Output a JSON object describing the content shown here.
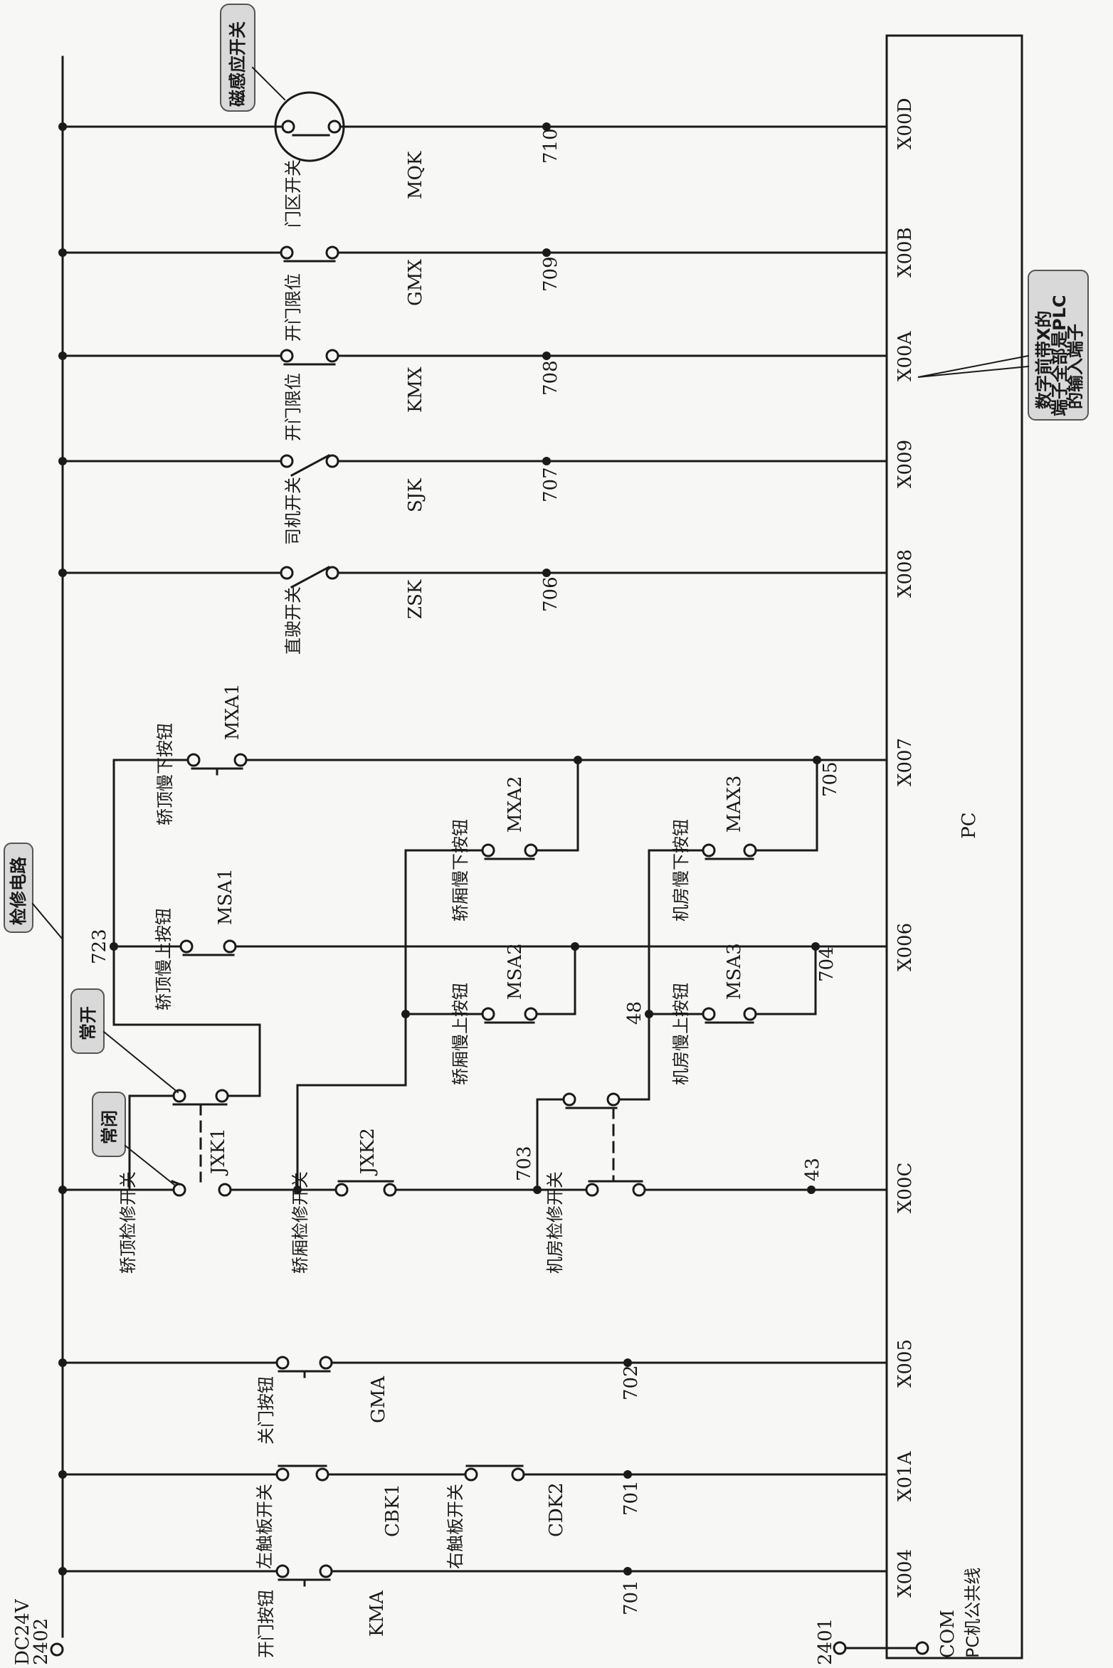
{
  "power": {
    "dc": "DC24V",
    "node": "2402"
  },
  "com": {
    "node": "2401",
    "label": "COM",
    "pc_common": "PC机公共线"
  },
  "pc": {
    "label": "PC"
  },
  "callouts": {
    "magnetic": "磁感应开关",
    "inspection": "检修电路",
    "nc": "常闭",
    "no": "常开",
    "plc_note_1": "数字前带X的",
    "plc_note_2": "端子全部是PLC",
    "plc_note_3": "的输入端子"
  },
  "rungs": [
    {
      "name": "门区开关",
      "code": "MQK",
      "wire": "710",
      "term": "X00D"
    },
    {
      "name": "开门限位",
      "code": "GMX",
      "wire": "709",
      "term": "X00B"
    },
    {
      "name": "开门限位",
      "code": "KMX",
      "wire": "708",
      "term": "X00A"
    },
    {
      "name": "司机开关",
      "code": "SJK",
      "wire": "707",
      "term": "X009"
    },
    {
      "name": "直驶开关",
      "code": "ZSK",
      "wire": "706",
      "term": "X008"
    }
  ],
  "inspection": {
    "x007": {
      "term": "X007",
      "wire": "705"
    },
    "x006": {
      "term": "X006",
      "wire": "704",
      "start_wire": "723"
    },
    "x00c": {
      "term": "X00C",
      "wire": "43"
    },
    "w703": "703",
    "w48": "48",
    "buttons": [
      {
        "code": "MXA1",
        "name": "轿顶慢下按钮"
      },
      {
        "code": "MSA1",
        "name": "轿顶慢上按钮"
      },
      {
        "code": "MXA2",
        "name": "轿厢慢下按钮"
      },
      {
        "code": "MSA2",
        "name": "轿厢慢上按钮"
      },
      {
        "code": "MAX3",
        "name": "机房慢下按钮"
      },
      {
        "code": "MSA3",
        "name": "机房慢上按钮"
      }
    ],
    "switches": [
      {
        "code": "JXK1",
        "name": "轿顶检修开关"
      },
      {
        "code": "JXK2",
        "name": "轿厢检修开关"
      },
      {
        "code": "",
        "name": "机房检修开关"
      }
    ]
  },
  "bottom_rungs": [
    {
      "name": "关门按钮",
      "code": "GMA",
      "wire": "702",
      "term": "X005"
    },
    {
      "name": "左触板开关",
      "code": "CBK1",
      "name2": "右触板开关",
      "code2": "CDK2",
      "wire": "701",
      "term": "X01A"
    },
    {
      "name": "开门按钮",
      "code": "KMA",
      "wire": "701",
      "term": "X004"
    }
  ]
}
